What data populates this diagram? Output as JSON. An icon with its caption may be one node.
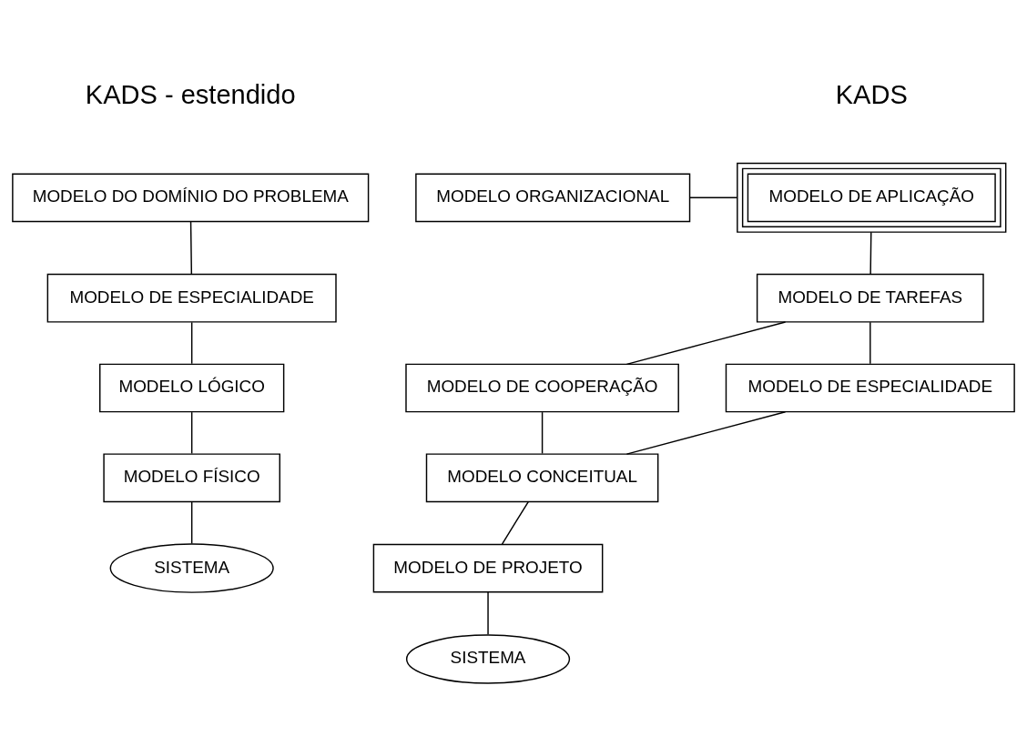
{
  "diagram": {
    "nodes": [
      {
        "text": [
          "MODELO ORGANIZACIONAL"
        ]
      },
      {
        "text": [
          "MODELO DE APLICAÇÃO"
        ]
      },
      {
        "text": [
          "MODELO DE TAREFAS"
        ]
      },
      {
        "text": [
          "MODELO DE ESPECIALIDADE"
        ]
      },
      {
        "text": [
          "MODELO DE COOPERAÇÃO"
        ]
      },
      {
        "text": [
          "MODELO CONCEITUAL"
        ]
      },
      {
        "text": [
          "MODELO DE PROJETO"
        ]
      },
      {
        "text": [
          "SISTEMA"
        ]
      },
      {
        "text": [
          "MODELO DO DOMÍNIO DO PROBLEMA"
        ]
      },
      {
        "text": [
          "MODELO DE ESPECIALIDADE"
        ]
      },
      {
        "text": [
          "MODELO LÓGICO"
        ]
      },
      {
        "text": [
          "MODELO FÍSICO"
        ]
      },
      {
        "text": [
          "SISTEMA"
        ]
      }
    ],
    "edges": [
      {
        "from": 0,
        "to": 1,
        "arrow": "none"
      },
      {
        "from": 1,
        "to": 2,
        "arrow": "none"
      },
      {
        "from": 2,
        "to": 3,
        "arrow": "none"
      },
      {
        "from": 2,
        "to": 4,
        "arrow": "none"
      },
      {
        "from": 3,
        "to": 5,
        "arrow": "none"
      },
      {
        "from": 4,
        "to": 5,
        "arrow": "none"
      },
      {
        "from": 5,
        "to": 6,
        "arrow": "none"
      },
      {
        "from": 6,
        "to": 7,
        "arrow": "none"
      },
      {
        "from": 8,
        "to": 9,
        "arrow": "none"
      },
      {
        "from": 9,
        "to": 10,
        "arrow": "none"
      },
      {
        "from": 10,
        "to": 11,
        "arrow": "none"
      },
      {
        "from": 11,
        "to": 12,
        "arrow": "none"
      }
    ],
    "labels": [
      "KADS",
      "KADS - estendido"
    ]
  }
}
